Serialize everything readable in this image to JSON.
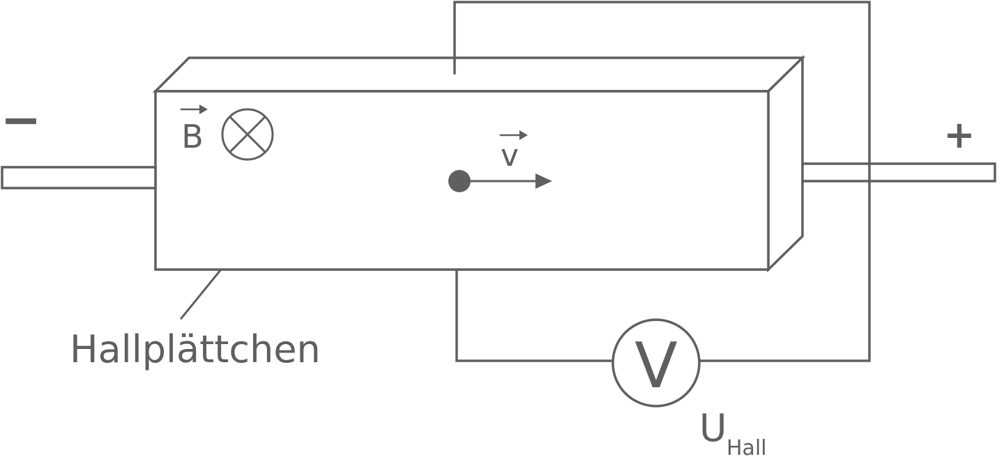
{
  "labels": {
    "b_field": "B",
    "velocity": "v",
    "plate": "Hallplättchen",
    "voltmeter": "V",
    "hall_voltage_main": "U",
    "hall_voltage_sub": "Hall"
  },
  "terminals": {
    "negative": "−",
    "positive": "+"
  },
  "colors": {
    "stroke": "#5f5f5f",
    "background": "#ffffff"
  },
  "icons": {
    "b_field_direction": "circle-x-into-page-icon",
    "charge_carrier": "filled-dot-icon",
    "velocity_arrow": "arrow-right-icon"
  }
}
